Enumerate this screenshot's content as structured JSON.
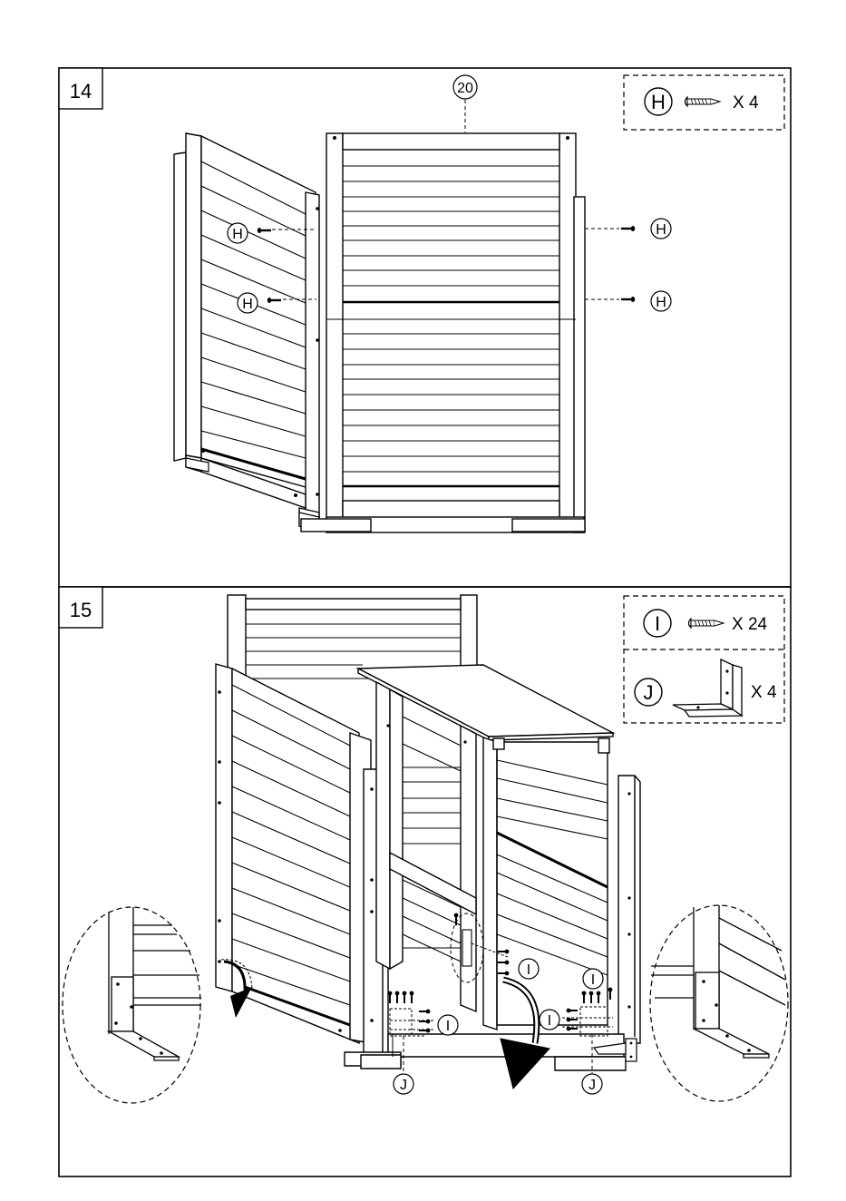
{
  "steps": [
    {
      "number": "14",
      "part_callout": "20",
      "parts_box": {
        "letter": "H",
        "quantity": "X 4"
      },
      "screw_labels": [
        "H",
        "H",
        "H",
        "H"
      ]
    },
    {
      "number": "15",
      "parts_box": [
        {
          "letter": "I",
          "quantity": "X 24"
        },
        {
          "letter": "J",
          "quantity": "X 4"
        }
      ],
      "screw_labels": [
        "I",
        "I",
        "I",
        "I"
      ],
      "bracket_labels": [
        "J",
        "J"
      ]
    }
  ]
}
